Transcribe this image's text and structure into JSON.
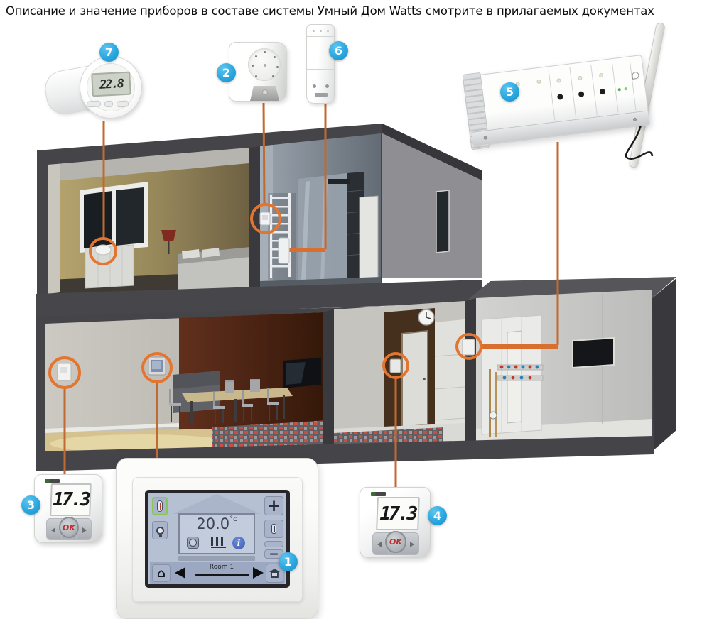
{
  "title": "Описание и значение приборов в составе системы Умный Дом Watts смотрите в прилагаемых документах",
  "colors": {
    "connector_line": "#c06a33",
    "marker_ring": "#e2752f",
    "badge_blue": "#2aa7df"
  },
  "icons": {
    "plus": "+",
    "minus": "−",
    "info": "i",
    "home": "⌂"
  },
  "devices": {
    "touchscreen": {
      "badge": "1",
      "temperature": "20.0",
      "unit": "°c",
      "room_label": "Room 1"
    },
    "dial_thermostat": {
      "badge": "2"
    },
    "digital_thermostat_living": {
      "badge": "3",
      "reading": "17.3",
      "ok_label": "OK"
    },
    "digital_thermostat_kitchen": {
      "badge": "4",
      "reading": "17.3",
      "ok_label": "OK"
    },
    "master_receiver": {
      "badge": "5"
    },
    "bathroom_receiver": {
      "badge": "6"
    },
    "radiator_head": {
      "badge": "7",
      "reading": "22.8"
    }
  }
}
